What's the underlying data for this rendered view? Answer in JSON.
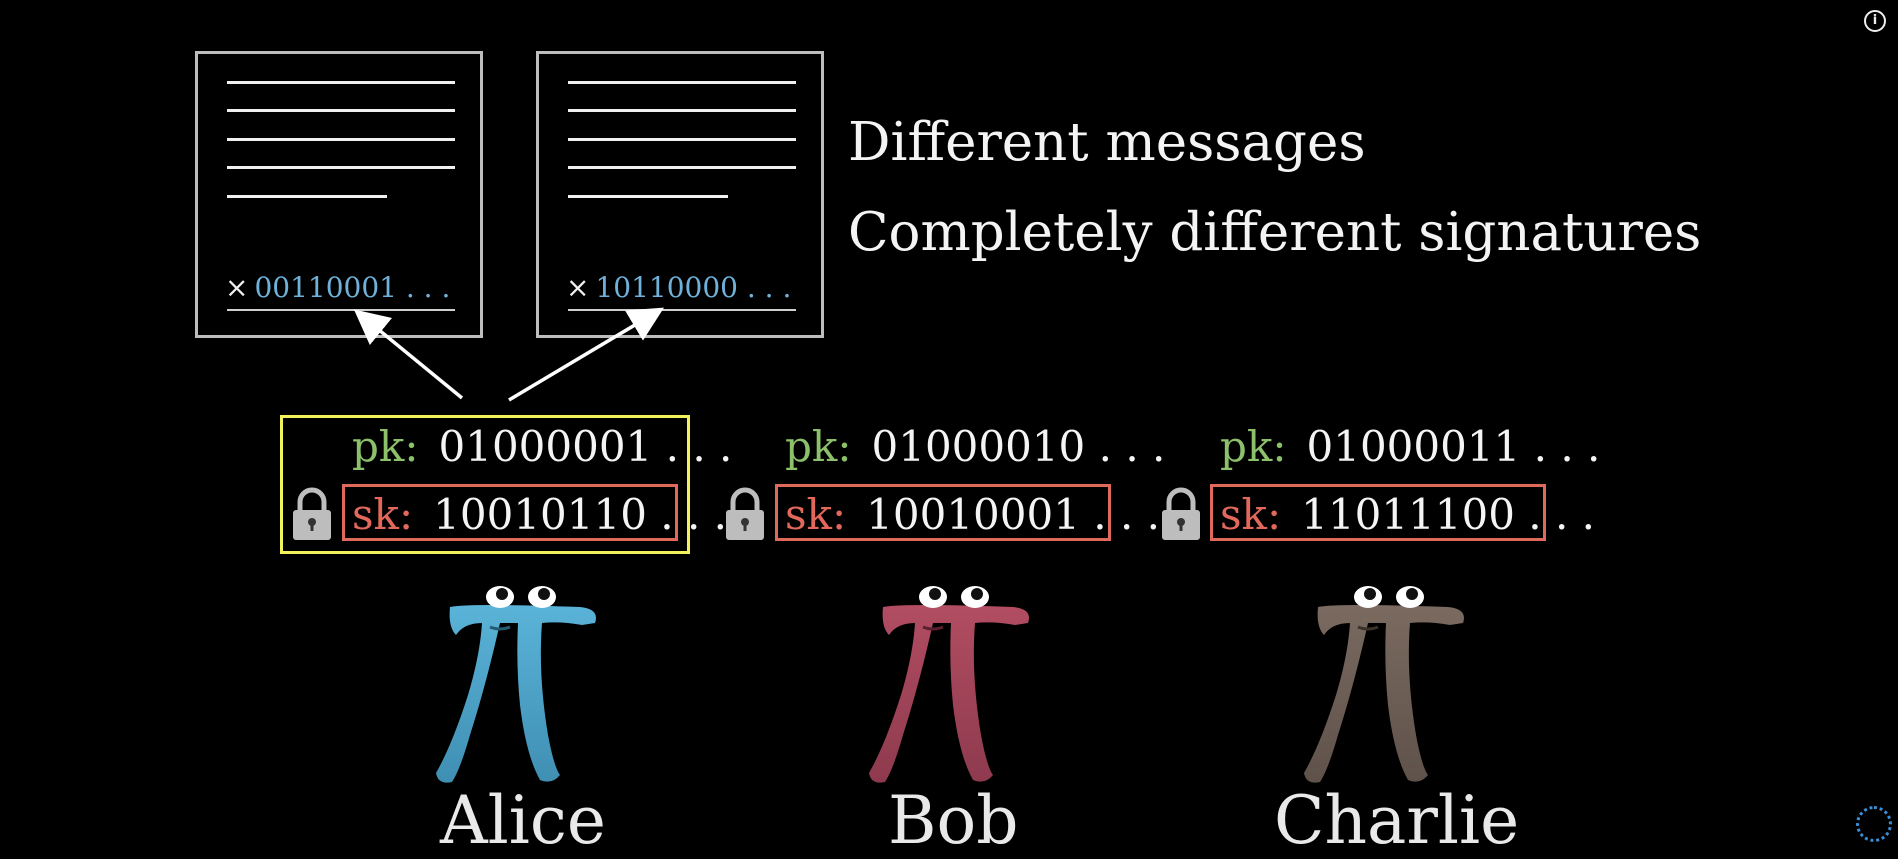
{
  "captions": {
    "line1": "Different messages",
    "line2": "Completely different signatures"
  },
  "documents": [
    {
      "signature": "00110001 . . .",
      "mark": "×",
      "signature_color": "#6fb1d8"
    },
    {
      "signature": "10110000 . . .",
      "mark": "×",
      "signature_color": "#6fb1d8"
    }
  ],
  "people": [
    {
      "name": "Alice",
      "pk_label": "pk:",
      "pk": "01000001 . . .",
      "sk_label": "sk:",
      "sk": "10010110 . . .",
      "color": "#5ab3d8",
      "highlighted": true
    },
    {
      "name": "Bob",
      "pk_label": "pk:",
      "pk": "01000010 . . .",
      "sk_label": "sk:",
      "sk": "10010001 . . .",
      "color": "#b24d62",
      "highlighted": false
    },
    {
      "name": "Charlie",
      "pk_label": "pk:",
      "pk": "01000011 . . .",
      "sk_label": "sk:",
      "sk": "11011100 . . .",
      "color": "#7a6a60",
      "highlighted": false
    }
  ],
  "colors": {
    "pk_label": "#8cc06b",
    "sk_label": "#e3685c",
    "sk_box": "#df6a5c",
    "highlight_box": "#f2f25a"
  },
  "icons": [
    "lock-icon",
    "info-icon",
    "arrow-icon"
  ]
}
